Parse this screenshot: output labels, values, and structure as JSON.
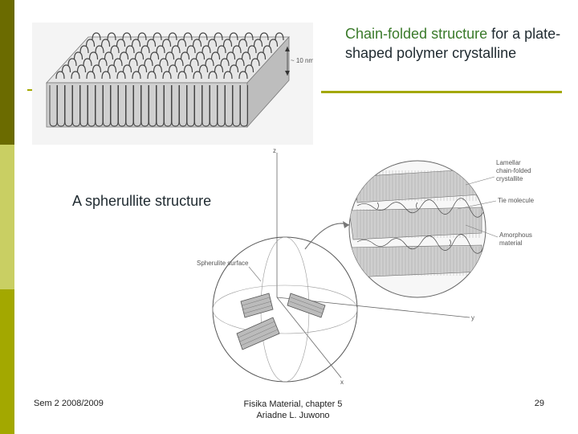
{
  "title": {
    "part1": "Chain-folded structure",
    "part2": " for a plate-shaped polymer crystalline"
  },
  "caption": "A spherullite structure",
  "footer": {
    "left": "Sem 2 2008/2009",
    "center_line1": "Fisika Material, chapter 5",
    "center_line2": "Ariadne L. Juwono",
    "page": "29"
  },
  "figure1": {
    "thickness_label": "~ 10 nm"
  },
  "figure2": {
    "axis_z": "z",
    "axis_y": "y",
    "axis_x": "x",
    "lamellar_label": [
      "Lamellar",
      "chain-folded",
      "crystallite"
    ],
    "tie_label": "Tie molecule",
    "amorphous_label": [
      "Amorphous",
      "material"
    ],
    "surface_label": "Spherulite surface"
  },
  "colors": {
    "bar_dark": "#6b6b00",
    "bar_light": "#c9cf63",
    "bar_mid": "#a3a800",
    "title_highlight": "#3a7a2a"
  }
}
